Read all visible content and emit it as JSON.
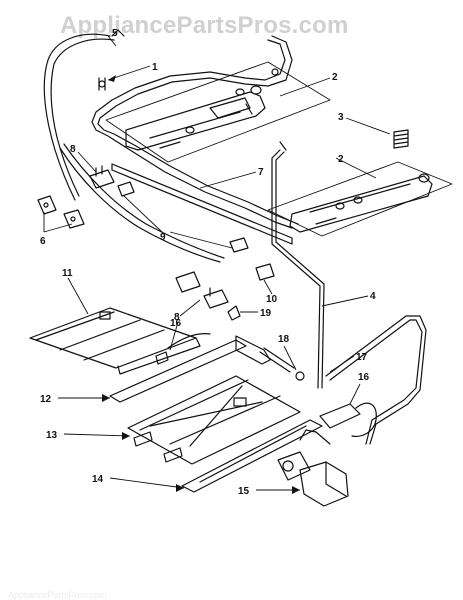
{
  "watermark": "AppliancePartsPros.com",
  "bottom_watermark": "AppliancePartsPros.com",
  "callouts": [
    "1",
    "2",
    "2",
    "3",
    "4",
    "5",
    "6",
    "7",
    "8",
    "8",
    "9",
    "10",
    "11",
    "12",
    "13",
    "14",
    "15",
    "16",
    "16",
    "17",
    "18",
    "19"
  ]
}
